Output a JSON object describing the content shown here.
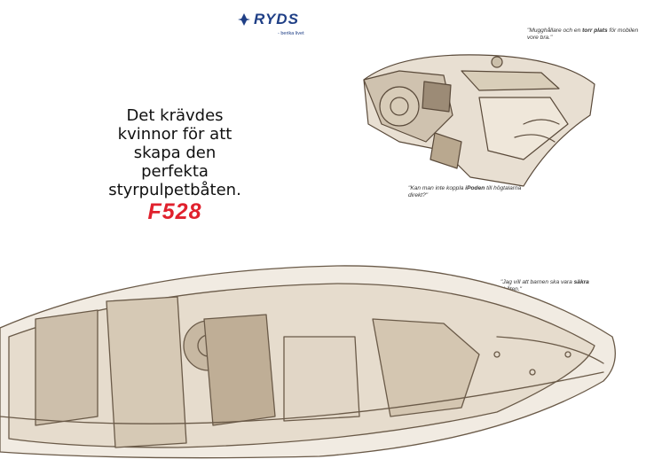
{
  "brand": {
    "name": "RYDS",
    "tagline": "- berika livet",
    "color": "#1f3f86"
  },
  "headline": {
    "lines": [
      "Det krävdes",
      "kvinnor för att",
      "skapa den perfekta",
      "styrpulpetbåten."
    ]
  },
  "model": {
    "name": "F528",
    "color": "#e0212d"
  },
  "quotes": {
    "q1": {
      "before": "\"Mugghållare och en ",
      "bold": "torr plats",
      "after": " för mobilen vore bra.\""
    },
    "q2": {
      "before": "\"Kan man inte koppla ",
      "bold": "iPoden",
      "after": " till högtalarna direkt?\""
    },
    "q3": {
      "before": "\"Jag vill att barnen ska vara ",
      "bold": "säkra",
      "after": " i båten.\""
    }
  },
  "illustrations": {
    "top": "console-sketch",
    "bottom": "boat-sketch"
  }
}
